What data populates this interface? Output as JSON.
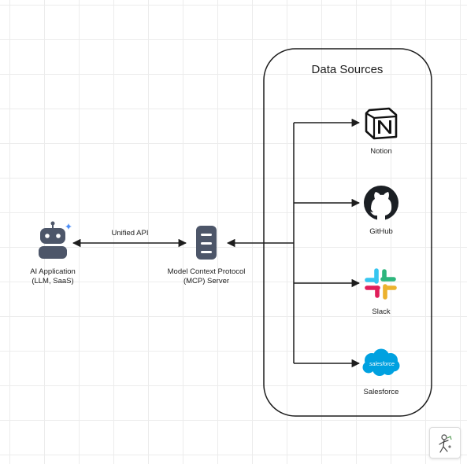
{
  "colors": {
    "stroke": "#1d1d1d",
    "icon_gray": "#4d5669",
    "sparkle": "#4f8ff7",
    "salesforce": "#00a1e0"
  },
  "data_sources_title": "Data Sources",
  "nodes": {
    "ai_application": {
      "label": "AI Application\n(LLM, SaaS)",
      "icon": "robot-icon"
    },
    "mcp_server": {
      "label": "Model Context Protocol\n(MCP) Server",
      "icon": "server-icon"
    },
    "notion": {
      "label": "Notion",
      "icon": "notion-logo"
    },
    "github": {
      "label": "GitHub",
      "icon": "github-logo"
    },
    "slack": {
      "label": "Slack",
      "icon": "slack-logo"
    },
    "salesforce": {
      "label": "Salesforce",
      "icon": "salesforce-logo",
      "logo_text": "salesforce"
    }
  },
  "edges": {
    "unified_api": {
      "label": "Unified API",
      "from": "AI Application",
      "to": "MCP Server",
      "direction": "both"
    },
    "mcp_to_sources": {
      "from": "MCP Server",
      "to": [
        "Notion",
        "GitHub",
        "Slack",
        "Salesforce"
      ]
    }
  }
}
